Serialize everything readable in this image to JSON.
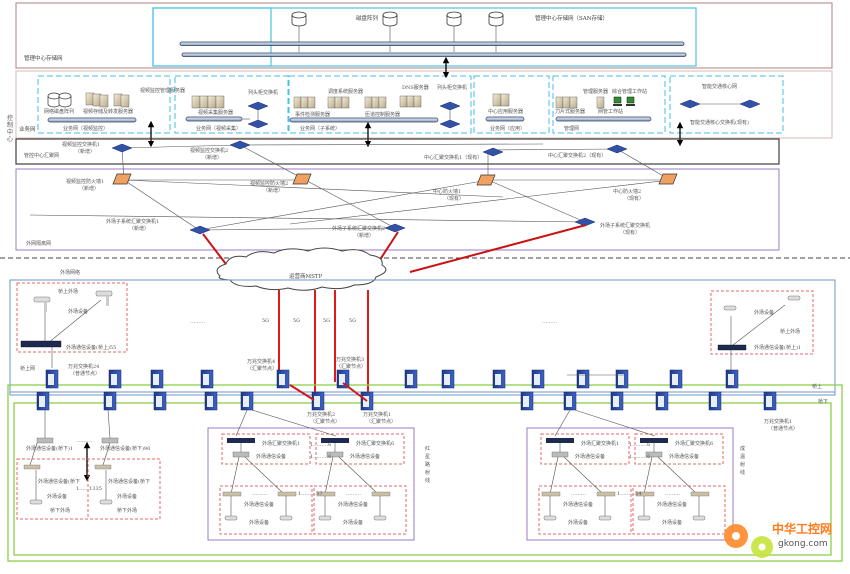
{
  "colors": {
    "storage_border": "#b08080",
    "san_border": "#4cc3e6",
    "business_border": "#d8b8b8",
    "dash_blue": "#47bfe6",
    "aggregation_border": "#404040",
    "isolation_border": "#9b7bc4",
    "field_border": "#6f95c9",
    "green_line": "#8cd04a",
    "red_link": "#d01818",
    "red_dash": "#e26a6a",
    "switch_blue": "#2e4ea0",
    "firewall_orange": "#f0a060"
  },
  "storage_net": {
    "label": "管理中心存储网",
    "disk_array_label": "磁盘阵列",
    "san_label": "管理中心存储网（SAN存储）"
  },
  "control_center": {
    "side_label": "控制中心",
    "business_net_label": "业务网",
    "groups": [
      {
        "id": "video-monitor",
        "items": [
          "网络磁盘阵列",
          "视频存储及转发服务器",
          "视频监控管理服务器"
        ],
        "bus_label": "业务网（视频监控）"
      },
      {
        "id": "video-capture",
        "items": [
          "视频采集服务器",
          "列头柜交换机"
        ],
        "bus_label": "业务网（视频采集）"
      },
      {
        "id": "subsystem",
        "items": [
          "调度系统服务器",
          "DNS服务器",
          "事件检测服务器",
          "匝道控制服务器",
          "列头柜交换机"
        ],
        "bus_label": "业务网（子系统）"
      },
      {
        "id": "application",
        "items": [
          "中心应用服务器"
        ],
        "bus_label": "业务网（应用）"
      },
      {
        "id": "management",
        "items": [
          "管理服务器",
          "综合管理工作站",
          "刀片式服务器",
          "网管工作站"
        ],
        "bus_label": "管理网"
      },
      {
        "id": "its-core",
        "title": "智能交通核心网",
        "items": [
          "智能交通核心交换机(现有)"
        ]
      }
    ]
  },
  "aggregation_net": {
    "label": "管控中心汇聚网",
    "switches": [
      {
        "name": "视频监控交换机1",
        "note": "（新增）"
      },
      {
        "name": "视频监控交换机2",
        "note": "（新增）"
      },
      {
        "name": "中心汇聚交换机1",
        "note": "（现有）"
      },
      {
        "name": "中心汇聚交换机2",
        "note": "（现有）"
      }
    ]
  },
  "isolation_net": {
    "label": "外网隔离网",
    "firewalls": [
      {
        "name": "视频监控防火墙1",
        "note": "（新增）"
      },
      {
        "name": "视频监控防火墙2",
        "note": "（新增）"
      },
      {
        "name": "中心防火墙1",
        "note": "（现有）"
      },
      {
        "name": "中心防火墙2",
        "note": "（现有）"
      }
    ],
    "switches": [
      {
        "name": "外场子系统汇聚交换机1",
        "note": "（新增）"
      },
      {
        "name": "外场子系统汇聚交换机2",
        "note": "（新增）"
      },
      {
        "name": "外场子系统汇聚交换机",
        "note": "（现有）"
      }
    ]
  },
  "carrier": {
    "cloud_label": "运营商MSTP",
    "links": [
      "5G",
      "5G",
      "5G",
      "5G"
    ]
  },
  "field_net": {
    "label": "外场网络",
    "bridge_upper_label": "桥上网",
    "upper_ring_label": "桥上",
    "lower_ring_label": "桥下",
    "ellipsis": "………",
    "upper_field_left": {
      "title": "桥上外场",
      "device_label": "外场设备",
      "comm_label": "外场通信设备(桥上)55"
    },
    "upper_field_right": {
      "title": "桥上外场",
      "device_label": "外场设备",
      "comm_label": "外场通信设备(桥上)1"
    },
    "ring_switches": [
      {
        "name": "万兆交换机24",
        "note": "（普通节点）"
      },
      {
        "name": "万兆交换机4",
        "note": "（汇聚节点）"
      },
      {
        "name": "万兆交换机3",
        "note": "（汇聚节点）"
      },
      {
        "name": "万兆交换机2",
        "note": "（汇聚节点）"
      },
      {
        "name": "万兆交换机1",
        "note": "（汇聚节点）"
      },
      {
        "name": "万兆交换机1",
        "note": "（普通节点）"
      }
    ],
    "lower_field": {
      "comm_left": "外场通信设备(桥下)1",
      "comm_right": "外场通信设备(桥下)96",
      "comm_inner": "外场通信设备(桥下",
      "device_label": "外场设备",
      "scene_label": "桥下外场",
      "range_label": "1……1335"
    },
    "rings": [
      {
        "side_label": "红星路射线",
        "agg_switch": "外场汇聚交换机1",
        "agg_switch_b": "外场汇聚交换机6",
        "comm_label": "外场通信设备",
        "device_label": "外场设备",
        "link_a": "1………6",
        "link_b": "1………6",
        "link_c": "1………57"
      },
      {
        "side_label": "成温射线",
        "agg_switch": "外场汇聚交换机1",
        "agg_switch_b": "外场汇聚交换机6",
        "comm_label": "外场通信设备",
        "device_label": "外场设备",
        "link_a": "1………6",
        "link_b": "1………6",
        "link_c": "1………54"
      }
    ]
  },
  "watermark": {
    "brand": "中华工控网",
    "domain": "gkong.com"
  }
}
